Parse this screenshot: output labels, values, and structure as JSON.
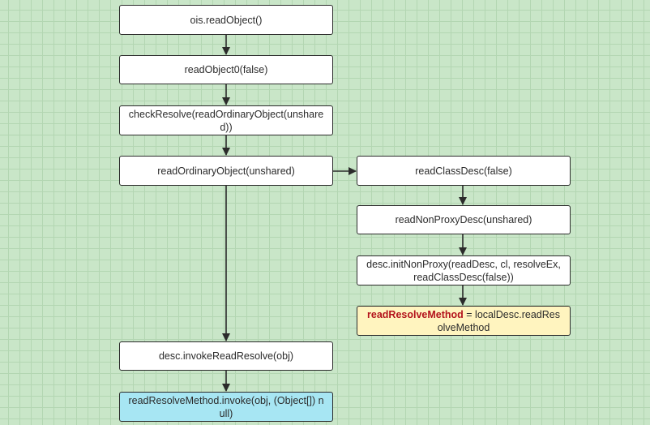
{
  "nodes": {
    "ois_readobject": "ois.readObject()",
    "readobject0": "readObject0(false)",
    "checkresolve": "checkResolve(readOrdinaryObject(unshared))",
    "readordinaryobject": "readOrdinaryObject(unshared)",
    "readclassdesc": "readClassDesc(false)",
    "readnonproxydesc": "readNonProxyDesc(unshared)",
    "initnonproxy": "desc.initNonProxy(readDesc, cl, resolveEx, readClassDesc(false))",
    "readresolvemethod_var": "readResolveMethod",
    "readresolvemethod_rest": " = localDesc.readResolveMethod",
    "invokereadresolve": "desc.invokeReadResolve(obj)",
    "method_invoke": "readResolveMethod.invoke(obj, (Object[]) null)"
  },
  "colors": {
    "background": "#c9e6c8",
    "grid": "#b3d6b2",
    "node_border": "#2b2b2b",
    "node_fill": "#ffffff",
    "highlight_yellow": "#fff4bf",
    "highlight_cyan": "#a7e6f3",
    "keyword_red": "#b3121b"
  }
}
